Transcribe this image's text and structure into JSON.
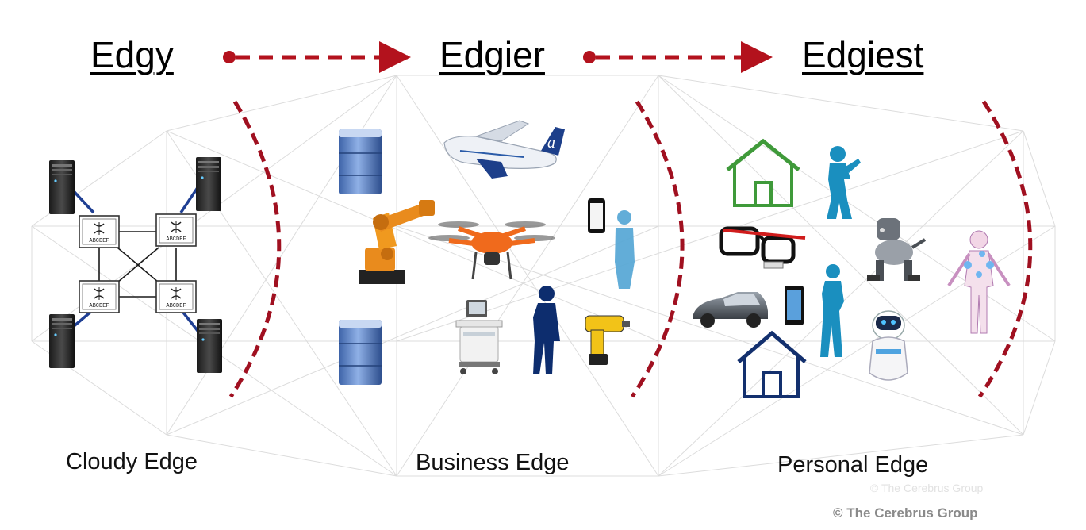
{
  "stages": [
    {
      "title": "Edgy",
      "label": "Cloudy Edge"
    },
    {
      "title": "Edgier",
      "label": "Business Edge"
    },
    {
      "title": "Edgiest",
      "label": "Personal Edge"
    }
  ],
  "switch_label": "ABCDEF",
  "copyright": "© The Cerebrus Group",
  "colors": {
    "arrow_red": "#b3121d",
    "server_blue": "#4a77c0",
    "house_green": "#3f9a3a",
    "house_navy": "#13306e",
    "figure_teal": "#1a8fbf",
    "figure_navy": "#0d2d6e",
    "robot_orange": "#e98b1d",
    "drone_orange": "#f06a1c"
  },
  "icons": {
    "cloudy": [
      "server-tower-icon",
      "network-switch-icon"
    ],
    "business": [
      "rack-server-icon",
      "airplane-icon",
      "industrial-robot-arm-icon",
      "drone-icon",
      "smartphone-icon",
      "person-silhouette-icon",
      "medical-ultrasound-cart-icon",
      "woman-silhouette-icon",
      "power-drill-icon"
    ],
    "personal": [
      "house-icon",
      "businesswoman-icon",
      "smart-glasses-icon",
      "robot-dog-icon",
      "human-anatomy-icon",
      "car-icon",
      "tablet-icon",
      "woman-silhouette-icon",
      "companion-robot-icon"
    ]
  }
}
